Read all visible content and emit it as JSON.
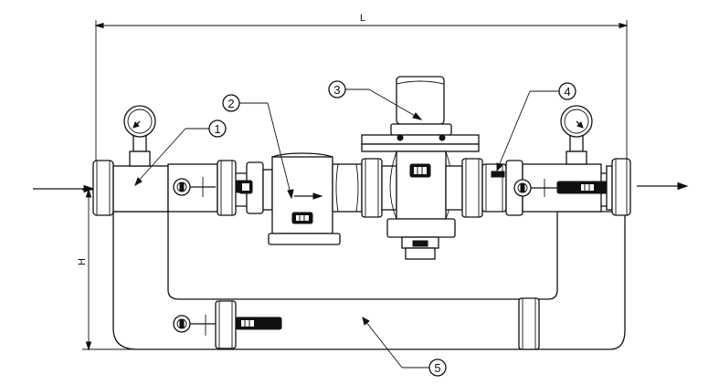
{
  "dimensions": {
    "width_label": "L",
    "height_label": "H"
  },
  "callouts": [
    {
      "number": "1"
    },
    {
      "number": "2"
    },
    {
      "number": "3"
    },
    {
      "number": "4"
    },
    {
      "number": "5"
    }
  ],
  "flow": {
    "direction": "left-to-right"
  },
  "colors": {
    "line": "#111111",
    "background": "#ffffff"
  }
}
